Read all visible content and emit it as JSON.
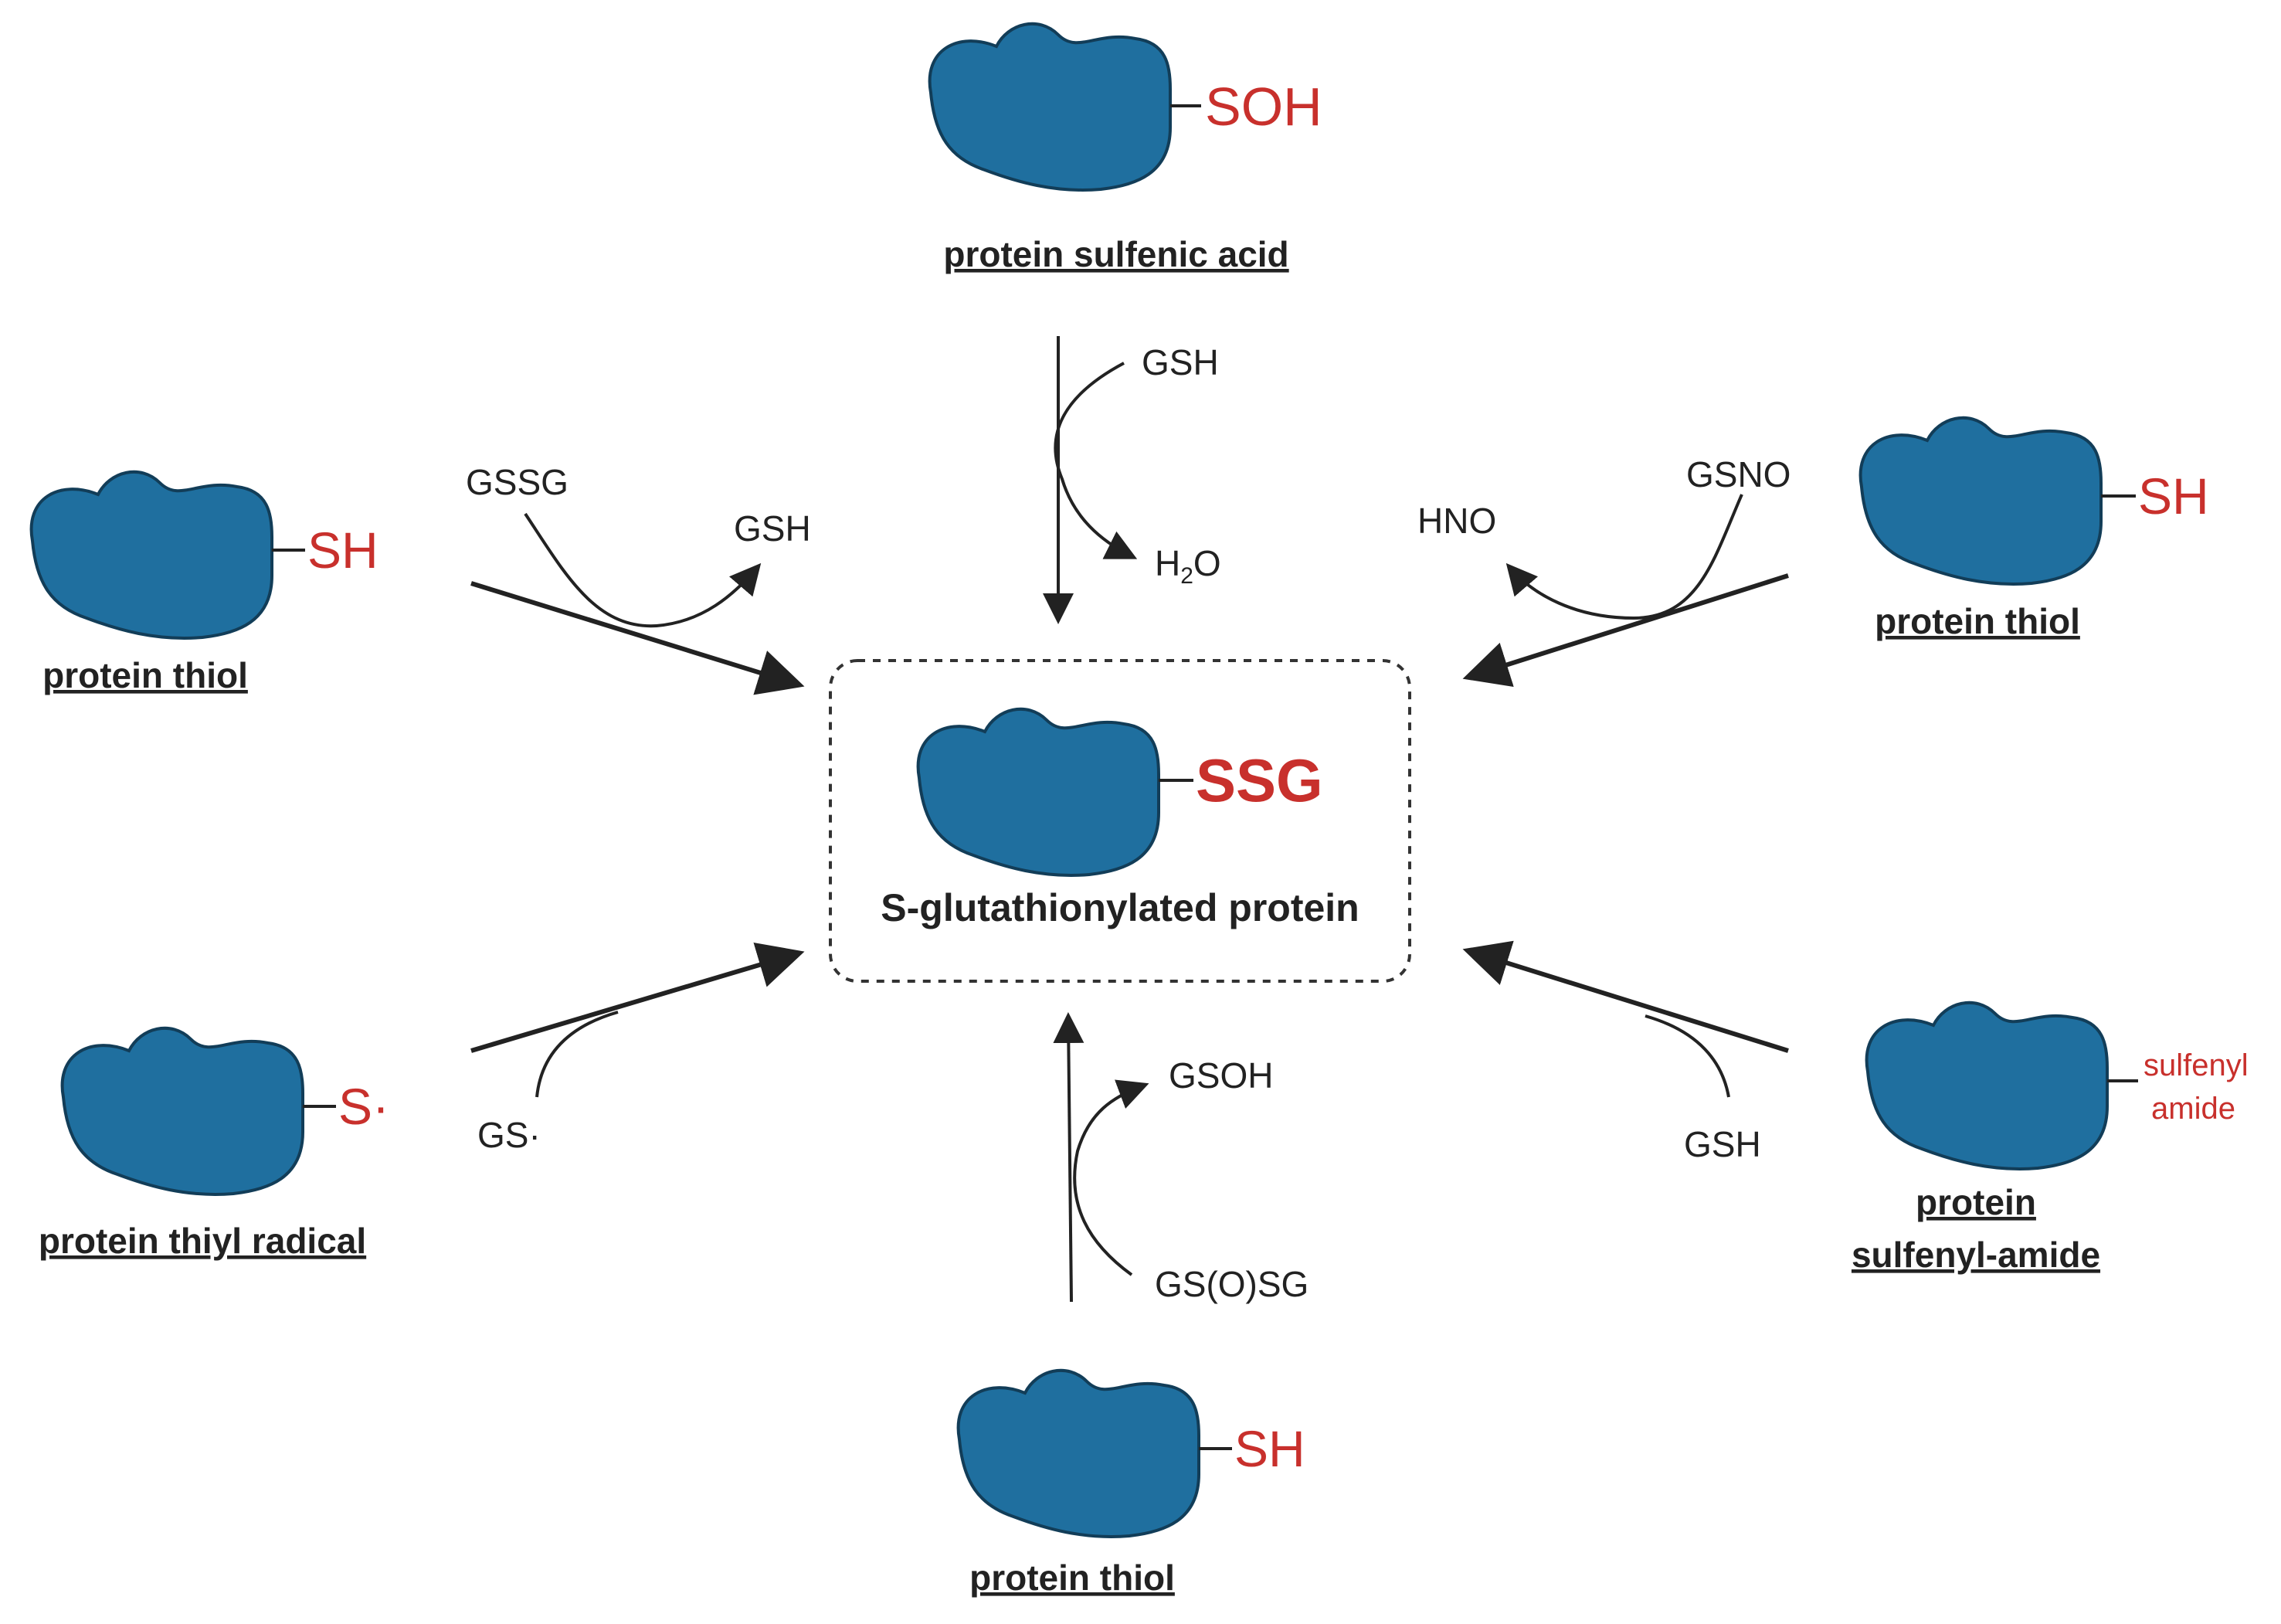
{
  "colors": {
    "protein": "#1f6f9f",
    "group_red": "#c8302c",
    "text": "#222222"
  },
  "center": {
    "group": "SSG",
    "label": "S-glutathionylated protein"
  },
  "top": {
    "group": "SOH",
    "caption": "protein sulfenic acid",
    "reagent_in": "GSH",
    "product_out_main": "H",
    "product_out_sub": "2",
    "product_out_tail": "O"
  },
  "top_left": {
    "group": "SH",
    "caption": "protein thiol",
    "reagent_in": "GSSG",
    "product_out": "GSH"
  },
  "top_right": {
    "group": "SH",
    "caption": "protein thiol",
    "reagent_in": "GSNO",
    "product_out": "HNO"
  },
  "bottom_left": {
    "group": "S·",
    "caption": "protein thiyl radical",
    "reagent_in": "GS·"
  },
  "bottom": {
    "group": "SH",
    "caption": "protein thiol",
    "reagent_in": "GS(O)SG",
    "product_out": "GSOH"
  },
  "bottom_right": {
    "group_line1": "sulfenyl",
    "group_line2": "amide",
    "caption_line1": "protein",
    "caption_line2": "sulfenyl-amide",
    "reagent_in": "GSH"
  }
}
